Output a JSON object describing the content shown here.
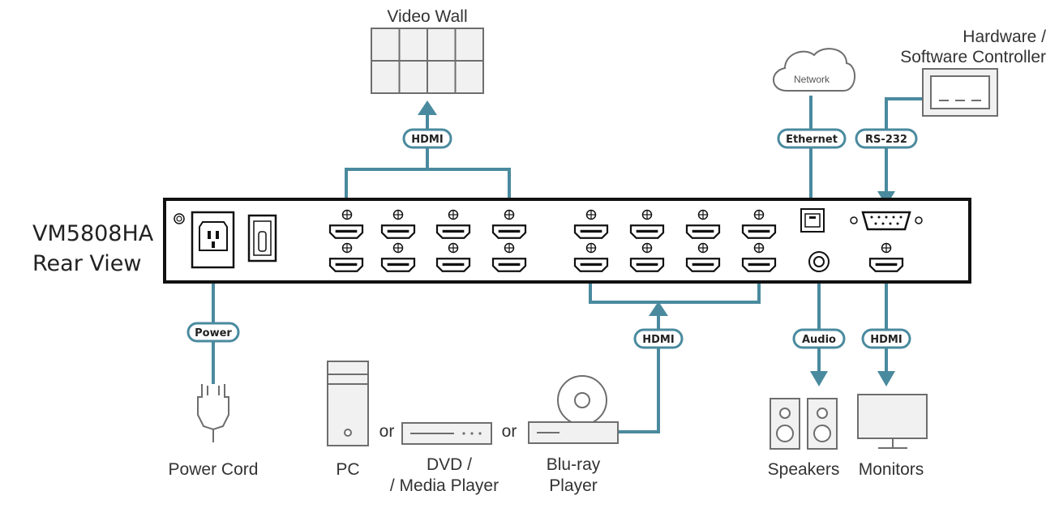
{
  "model": {
    "line1": "VM5808HA",
    "line2": "Rear View"
  },
  "labels": {
    "video_wall": "Video Wall",
    "network": "Network",
    "controller_line1": "Hardware /",
    "controller_line2": "Software Controller",
    "power_cord": "Power Cord",
    "pc": "PC",
    "or1": "or",
    "or2": "or",
    "dvd_line1": "DVD /",
    "dvd_line2": "/ Media Player",
    "bluray_line1": "Blu-ray",
    "bluray_line2": "Player",
    "speakers": "Speakers",
    "monitors": "Monitors"
  },
  "connections": {
    "hdmi_out": "HDMI",
    "ethernet": "Ethernet",
    "rs232": "RS-232",
    "power": "Power",
    "hdmi_in": "HDMI",
    "audio": "Audio",
    "hdmi_monitor": "HDMI"
  },
  "colors": {
    "wire": "#4a8a9e",
    "device_outline": "#6e6e6e",
    "panel": "#111111"
  }
}
